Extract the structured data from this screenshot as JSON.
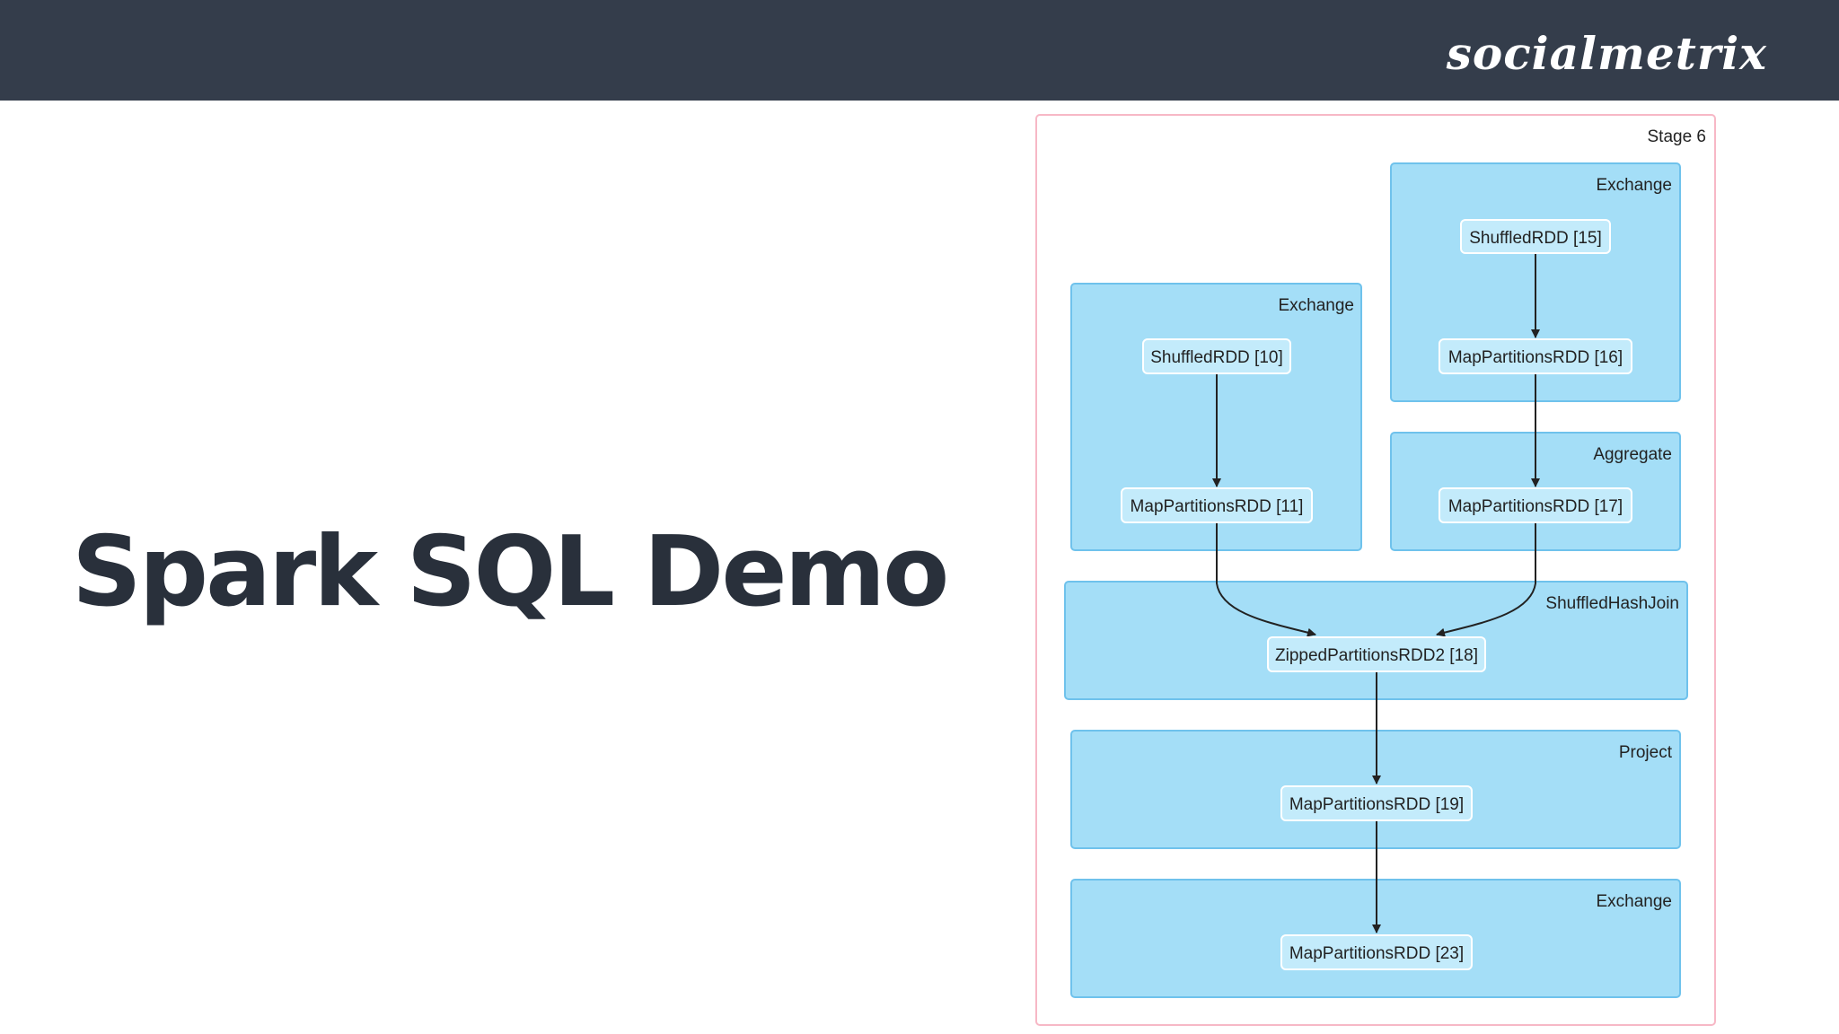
{
  "header": {
    "brand": "socialmetrix"
  },
  "slide": {
    "title": "Spark SQL Demo"
  },
  "diagram": {
    "stage_label": "Stage 6",
    "clusters": {
      "exchange_top_right": "Exchange",
      "exchange_left": "Exchange",
      "aggregate": "Aggregate",
      "shuffled_hash_join": "ShuffledHashJoin",
      "project": "Project",
      "exchange_bottom": "Exchange"
    },
    "nodes": {
      "rdd15": "ShuffledRDD [15]",
      "rdd16": "MapPartitionsRDD [16]",
      "rdd10": "ShuffledRDD [10]",
      "rdd11": "MapPartitionsRDD [11]",
      "rdd17": "MapPartitionsRDD [17]",
      "rdd18": "ZippedPartitionsRDD2 [18]",
      "rdd19": "MapPartitionsRDD [19]",
      "rdd23": "MapPartitionsRDD [23]"
    },
    "colors": {
      "cluster_fill": "#a4def7",
      "cluster_stroke": "#6fc2ec",
      "stage_border": "#f7b8c6",
      "header_bg": "#343d4b"
    }
  }
}
